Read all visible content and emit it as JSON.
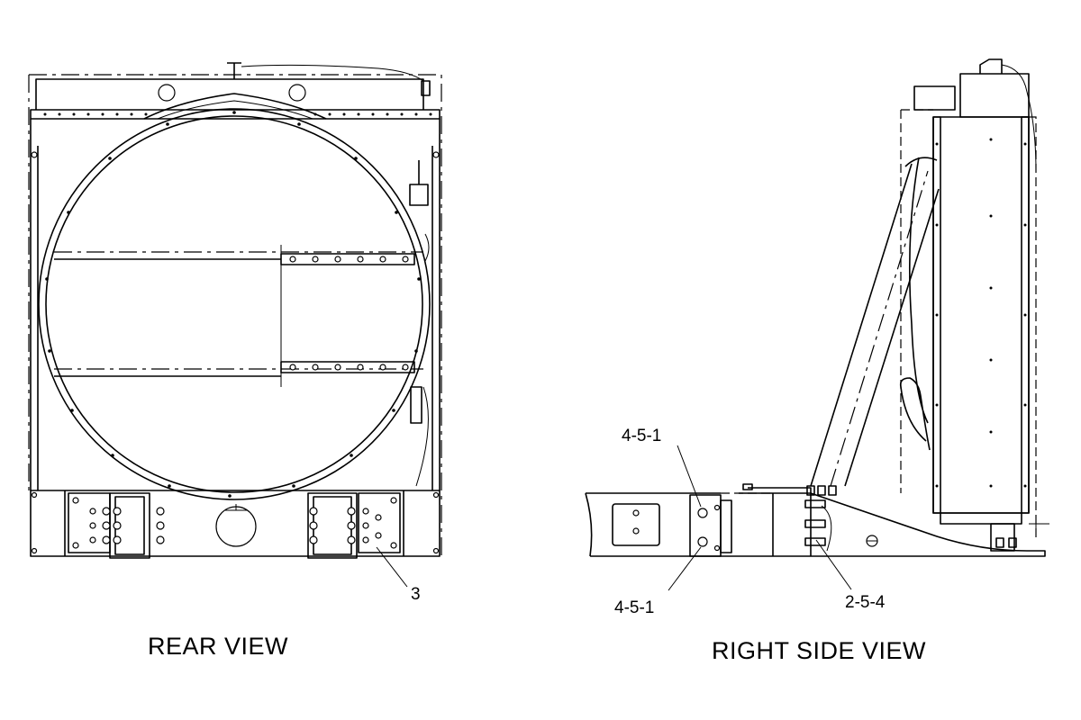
{
  "rear_view": {
    "title": "REAR VIEW",
    "callouts": [
      {
        "id": "callout-3",
        "text": "3"
      }
    ]
  },
  "side_view": {
    "title": "RIGHT SIDE VIEW",
    "callouts": [
      {
        "id": "callout-4-5-1-top",
        "text": "4-5-1"
      },
      {
        "id": "callout-4-5-1-bottom",
        "text": "4-5-1"
      },
      {
        "id": "callout-2-5-4",
        "text": "2-5-4"
      }
    ]
  }
}
